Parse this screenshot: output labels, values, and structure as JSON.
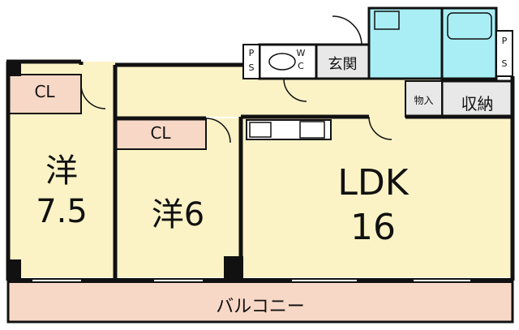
{
  "rooms": {
    "western_room_a": {
      "name": "洋",
      "size": "7.5"
    },
    "western_room_b": {
      "name": "洋",
      "size": "6"
    },
    "ldk": {
      "name": "LDK",
      "size": "16"
    },
    "closet_a": "CL",
    "closet_b": "CL",
    "balcony": "バルコニー",
    "entrance": "玄関",
    "toilet": "W\nC",
    "toilet_top": "W",
    "toilet_bottom": "C",
    "pipe_space_top": "P",
    "pipe_space_bottom": "S",
    "storage": "収納",
    "closet_small": "物入"
  },
  "colors": {
    "room_fill": "#fbf3c6",
    "closet_fill": "#f7d8c6",
    "wet_fill": "#a9eef5",
    "entrance_fill": "#e8e8e8",
    "wall": "#111111"
  }
}
